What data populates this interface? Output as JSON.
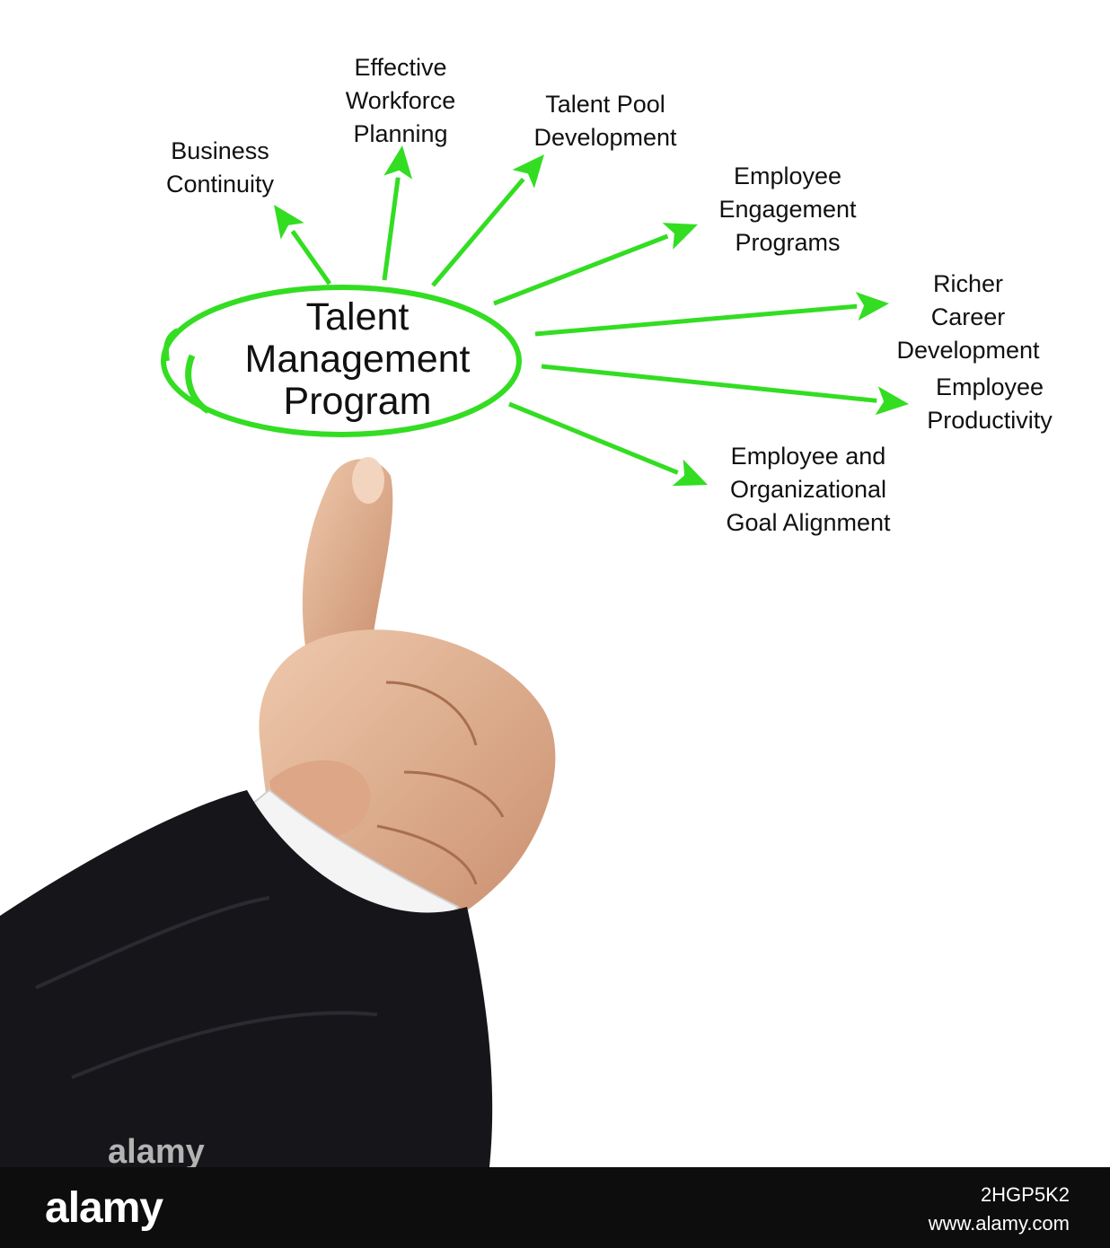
{
  "diagram": {
    "center": "Talent\nManagement\nProgram",
    "accent_color": "#33dd22",
    "nodes": [
      "Business\nContinuity",
      "Effective\nWorkforce\nPlanning",
      "Talent Pool\nDevelopment",
      "Employee\nEngagement\nPrograms",
      "Richer Career\nDevelopment",
      "Employee\nProductivity",
      "Employee and\nOrganizational\nGoal Alignment"
    ]
  },
  "footer": {
    "brand": "alamy",
    "watermark": "alamy",
    "image_id": "2HGP5K2",
    "url": "www.alamy.com"
  }
}
